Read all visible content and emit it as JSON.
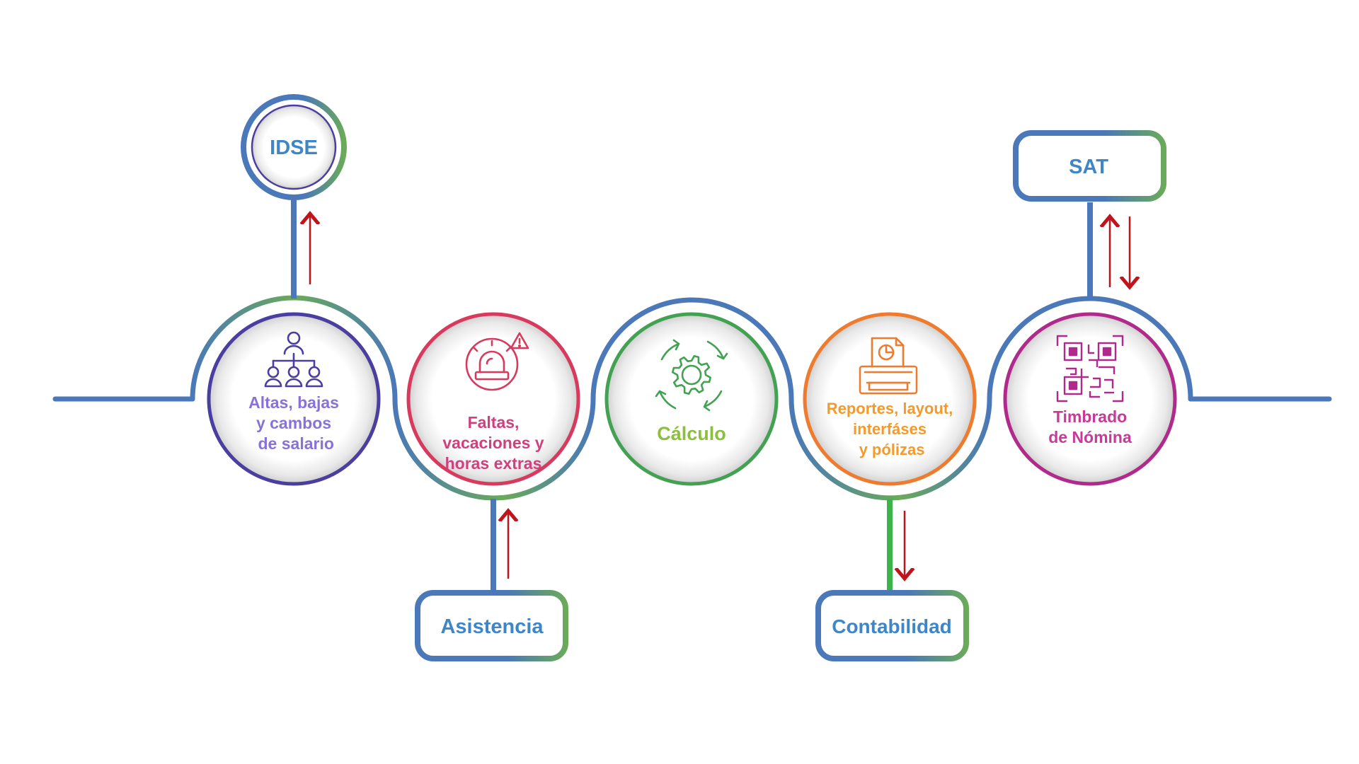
{
  "diagram": {
    "colors": {
      "line_blue": "#4a78b8",
      "line_green": "#6aaa5a",
      "arrow_red": "#c0141c",
      "box_text": "#3e86c6"
    },
    "nodes": [
      {
        "id": "altas",
        "label": "Altas, bajas\ny cambos\n de salario",
        "color": "#4a3fa0",
        "text_color": "#8872d8",
        "icon": "org-chart-icon"
      },
      {
        "id": "faltas",
        "label": "Faltas,\nvacaciones y\nhoras extras",
        "color": "#d83a5e",
        "text_color": "#d0407e",
        "icon": "alarm-siren-icon"
      },
      {
        "id": "calculo",
        "label": "Cálculo",
        "color": "#43a152",
        "text_color": "#8cbf3e",
        "icon": "gear-cycle-icon"
      },
      {
        "id": "reportes",
        "label": "Reportes, layout,\ninterfáses\n y pólizas",
        "color": "#ee7b2e",
        "text_color": "#f59a2a",
        "icon": "printer-report-icon"
      },
      {
        "id": "timbrado",
        "label": "Timbrado\nde Nómina",
        "color": "#b02a8c",
        "text_color": "#c63a98",
        "icon": "qr-code-icon"
      }
    ],
    "externals": {
      "idse": {
        "label": "IDSE"
      },
      "asistencia": {
        "label": "Asistencia"
      },
      "contabilidad": {
        "label": "Contabilidad"
      },
      "sat": {
        "label": "SAT"
      }
    }
  }
}
